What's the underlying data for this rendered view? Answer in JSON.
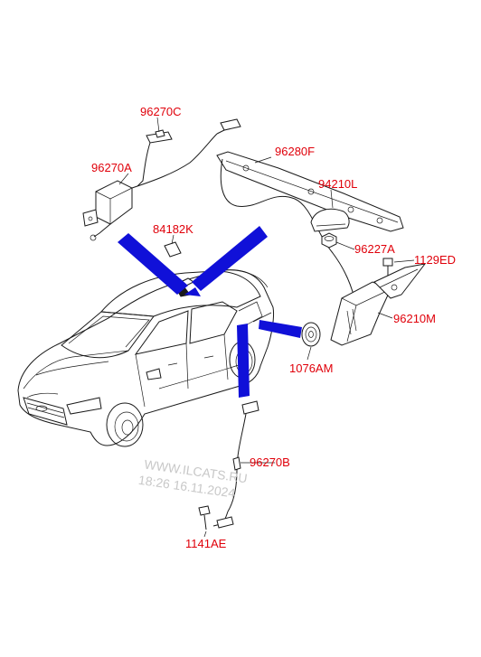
{
  "parts": {
    "p96270C": "96270C",
    "p96270A": "96270A",
    "p84182K": "84182K",
    "p96280F": "96280F",
    "p94210L": "94210L",
    "p96227A": "96227A",
    "p1129ED": "1129ED",
    "p96210M": "96210M",
    "p1076AM": "1076AM",
    "p96270B": "96270B",
    "p1141AE": "1141AE"
  },
  "watermark": {
    "site": "WWW.ILCATS.RU",
    "timestamp": "18:26 16.11.2024"
  },
  "colors": {
    "label": "#e0000a",
    "arrow": "#1010d8",
    "line": "#1a1a1a",
    "watermark": "#c8c8c8"
  }
}
